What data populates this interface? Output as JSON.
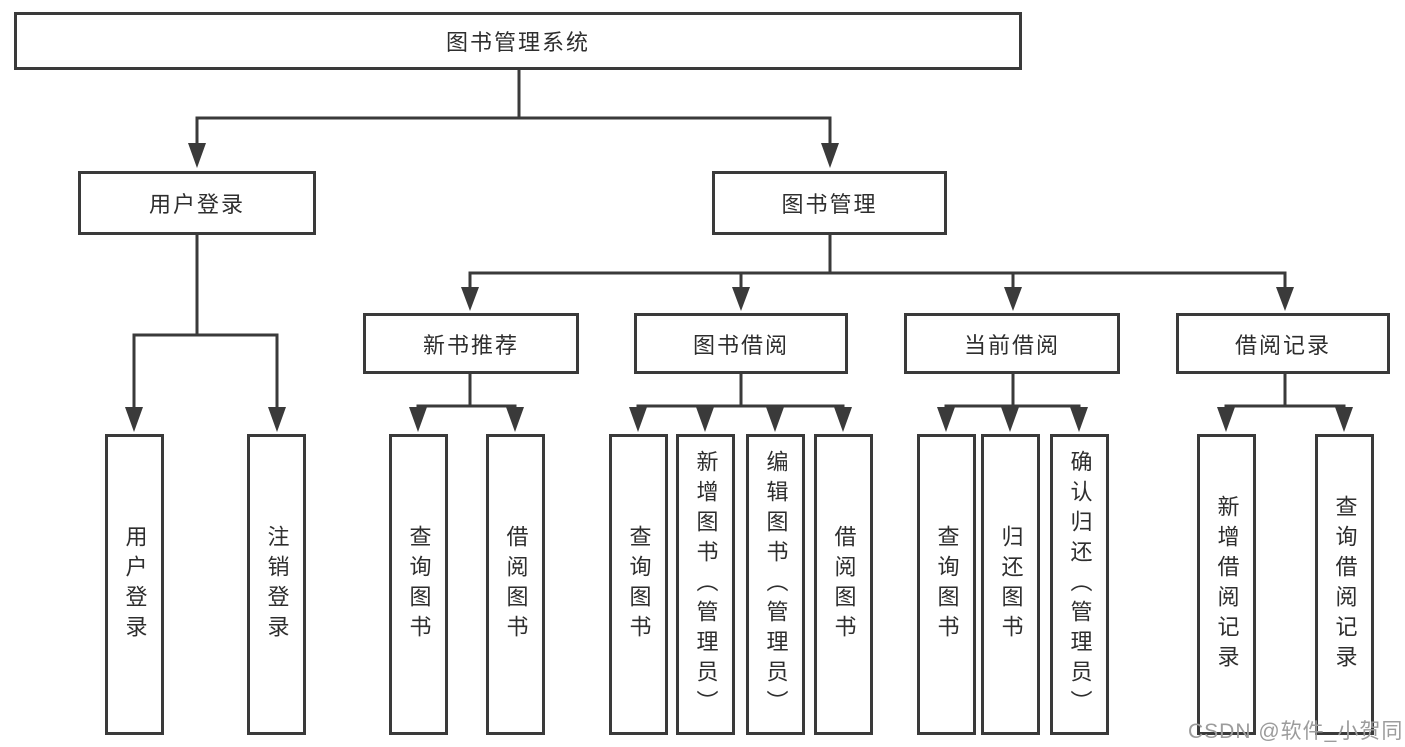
{
  "diagram": {
    "root": {
      "label": "图书管理系统"
    },
    "branches": [
      {
        "label": "用户登录",
        "children": [
          {
            "label": "用户登录"
          },
          {
            "label": "注销登录"
          }
        ]
      },
      {
        "label": "图书管理",
        "children": [
          {
            "label": "新书推荐",
            "children": [
              {
                "label": "查询图书"
              },
              {
                "label": "借阅图书"
              }
            ]
          },
          {
            "label": "图书借阅",
            "children": [
              {
                "label": "查询图书"
              },
              {
                "label": "新增图书（管理员）"
              },
              {
                "label": "编辑图书（管理员）"
              },
              {
                "label": "借阅图书"
              }
            ]
          },
          {
            "label": "当前借阅",
            "children": [
              {
                "label": "查询图书"
              },
              {
                "label": "归还图书"
              },
              {
                "label": "确认归还（管理员）"
              }
            ]
          },
          {
            "label": "借阅记录",
            "children": [
              {
                "label": "新增借阅记录"
              },
              {
                "label": "查询借阅记录"
              }
            ]
          }
        ]
      }
    ]
  },
  "watermark": {
    "text": "CSDN @软件_小贺同学"
  },
  "colors": {
    "line": "#3a3a3a",
    "text": "#2e2e2e",
    "watermark": "#9c9c9c",
    "background": "#ffffff"
  }
}
